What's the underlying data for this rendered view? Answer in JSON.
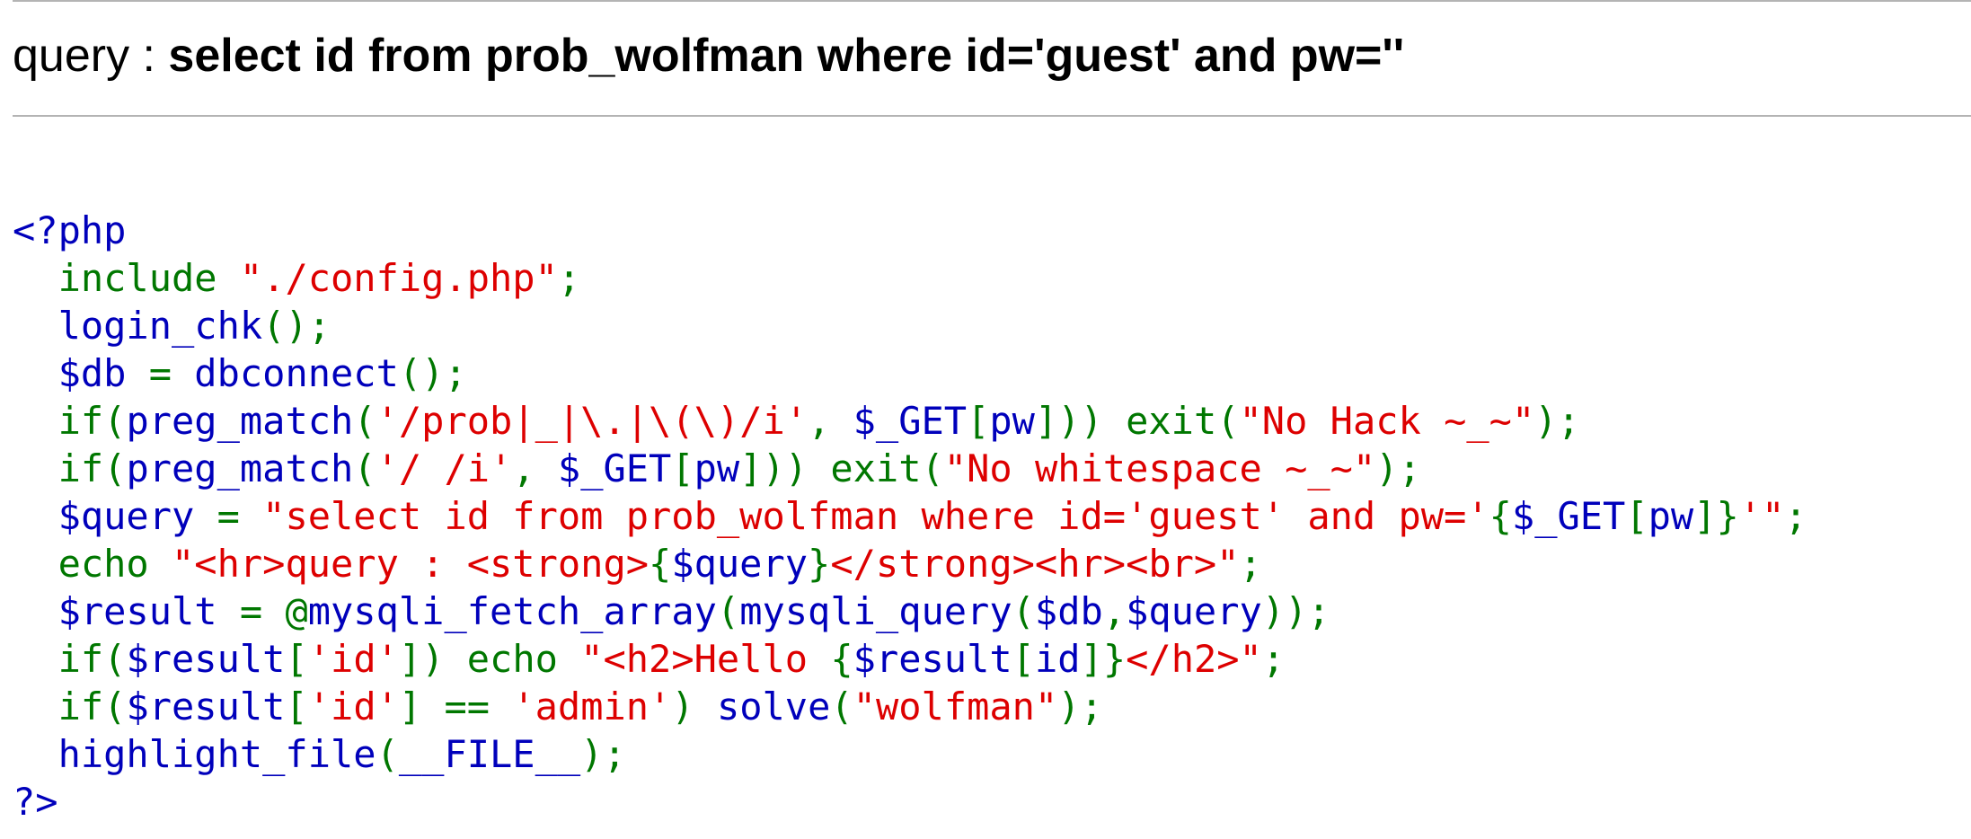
{
  "header": {
    "query_label": "query : ",
    "query_sql": "select id from prob_wolfman where id='guest' and pw=''"
  },
  "colors": {
    "default": "#0000BB",
    "keyword": "#007700",
    "string": "#DD0000",
    "rule": "#b4b4b4"
  },
  "code": [
    [
      {
        "t": "<?php",
        "c": "k"
      }
    ],
    [
      {
        "t": "  include ",
        "c": "g"
      },
      {
        "t": "\"./config.php\"",
        "c": "s"
      },
      {
        "t": ";",
        "c": "g"
      }
    ],
    [
      {
        "t": "  login_chk",
        "c": "k"
      },
      {
        "t": "();",
        "c": "g"
      }
    ],
    [
      {
        "t": "  $db ",
        "c": "k"
      },
      {
        "t": "= ",
        "c": "g"
      },
      {
        "t": "dbconnect",
        "c": "k"
      },
      {
        "t": "();",
        "c": "g"
      }
    ],
    [
      {
        "t": "  if(",
        "c": "g"
      },
      {
        "t": "preg_match",
        "c": "k"
      },
      {
        "t": "(",
        "c": "g"
      },
      {
        "t": "'/prob|_|\\.|\\(\\)/i'",
        "c": "s"
      },
      {
        "t": ", ",
        "c": "g"
      },
      {
        "t": "$_GET",
        "c": "k"
      },
      {
        "t": "[",
        "c": "g"
      },
      {
        "t": "pw",
        "c": "k"
      },
      {
        "t": "])) exit(",
        "c": "g"
      },
      {
        "t": "\"No Hack ~_~\"",
        "c": "s"
      },
      {
        "t": ");",
        "c": "g"
      }
    ],
    [
      {
        "t": "  if(",
        "c": "g"
      },
      {
        "t": "preg_match",
        "c": "k"
      },
      {
        "t": "(",
        "c": "g"
      },
      {
        "t": "'/ /i'",
        "c": "s"
      },
      {
        "t": ", ",
        "c": "g"
      },
      {
        "t": "$_GET",
        "c": "k"
      },
      {
        "t": "[",
        "c": "g"
      },
      {
        "t": "pw",
        "c": "k"
      },
      {
        "t": "])) exit(",
        "c": "g"
      },
      {
        "t": "\"No whitespace ~_~\"",
        "c": "s"
      },
      {
        "t": ");",
        "c": "g"
      }
    ],
    [
      {
        "t": "  $query ",
        "c": "k"
      },
      {
        "t": "= ",
        "c": "g"
      },
      {
        "t": "\"select id from prob_wolfman where id='guest' and pw='",
        "c": "s"
      },
      {
        "t": "{",
        "c": "g"
      },
      {
        "t": "$_GET",
        "c": "k"
      },
      {
        "t": "[",
        "c": "g"
      },
      {
        "t": "pw",
        "c": "k"
      },
      {
        "t": "]}",
        "c": "g"
      },
      {
        "t": "'\"",
        "c": "s"
      },
      {
        "t": ";",
        "c": "g"
      }
    ],
    [
      {
        "t": "  echo ",
        "c": "g"
      },
      {
        "t": "\"<hr>query : <strong>",
        "c": "s"
      },
      {
        "t": "{",
        "c": "g"
      },
      {
        "t": "$query",
        "c": "k"
      },
      {
        "t": "}",
        "c": "g"
      },
      {
        "t": "</strong><hr><br>\"",
        "c": "s"
      },
      {
        "t": ";",
        "c": "g"
      }
    ],
    [
      {
        "t": "  $result ",
        "c": "k"
      },
      {
        "t": "= @",
        "c": "g"
      },
      {
        "t": "mysqli_fetch_array",
        "c": "k"
      },
      {
        "t": "(",
        "c": "g"
      },
      {
        "t": "mysqli_query",
        "c": "k"
      },
      {
        "t": "(",
        "c": "g"
      },
      {
        "t": "$db",
        "c": "k"
      },
      {
        "t": ",",
        "c": "g"
      },
      {
        "t": "$query",
        "c": "k"
      },
      {
        "t": "));",
        "c": "g"
      }
    ],
    [
      {
        "t": "  if(",
        "c": "g"
      },
      {
        "t": "$result",
        "c": "k"
      },
      {
        "t": "[",
        "c": "g"
      },
      {
        "t": "'id'",
        "c": "s"
      },
      {
        "t": "]) echo ",
        "c": "g"
      },
      {
        "t": "\"<h2>Hello ",
        "c": "s"
      },
      {
        "t": "{",
        "c": "g"
      },
      {
        "t": "$result",
        "c": "k"
      },
      {
        "t": "[",
        "c": "g"
      },
      {
        "t": "id",
        "c": "k"
      },
      {
        "t": "]}",
        "c": "g"
      },
      {
        "t": "</h2>\"",
        "c": "s"
      },
      {
        "t": ";",
        "c": "g"
      }
    ],
    [
      {
        "t": "  if(",
        "c": "g"
      },
      {
        "t": "$result",
        "c": "k"
      },
      {
        "t": "[",
        "c": "g"
      },
      {
        "t": "'id'",
        "c": "s"
      },
      {
        "t": "] == ",
        "c": "g"
      },
      {
        "t": "'admin'",
        "c": "s"
      },
      {
        "t": ") ",
        "c": "g"
      },
      {
        "t": "solve",
        "c": "k"
      },
      {
        "t": "(",
        "c": "g"
      },
      {
        "t": "\"wolfman\"",
        "c": "s"
      },
      {
        "t": ");",
        "c": "g"
      }
    ],
    [
      {
        "t": "  highlight_file",
        "c": "k"
      },
      {
        "t": "(",
        "c": "g"
      },
      {
        "t": "__FILE__",
        "c": "k"
      },
      {
        "t": ");",
        "c": "g"
      }
    ],
    [
      {
        "t": "?>",
        "c": "k"
      }
    ]
  ]
}
